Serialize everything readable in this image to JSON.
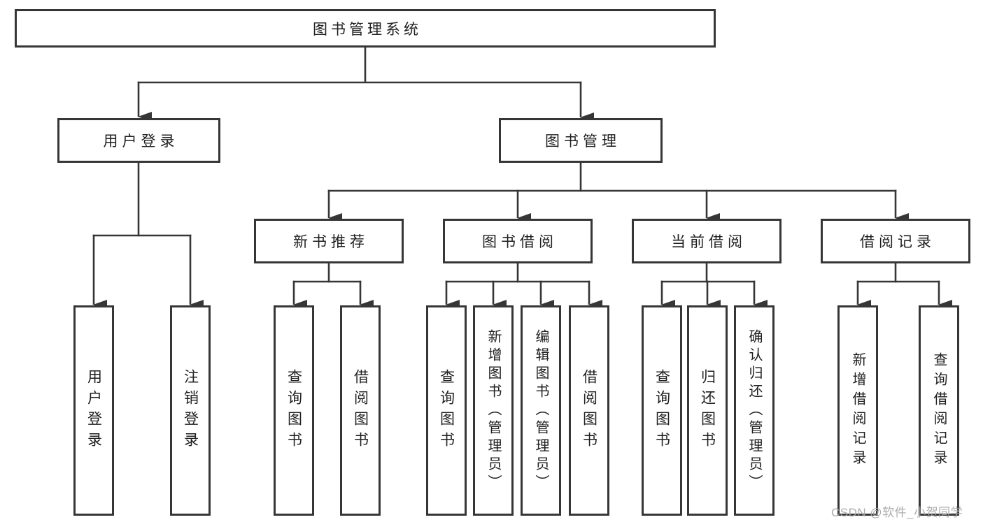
{
  "diagram": {
    "title_node": "图书管理系统",
    "level2": {
      "user_login": "用户登录",
      "book_management": "图书管理"
    },
    "level3": {
      "new_book_recommend": "新书推荐",
      "book_borrow": "图书借阅",
      "current_borrow": "当前借阅",
      "borrow_records": "借阅记录"
    },
    "leaves": {
      "user_login_leaf": "用户登录",
      "logout_leaf": "注销登录",
      "nb_query_books": "查询图书",
      "nb_borrow_books": "借阅图书",
      "bw_query_books": "查询图书",
      "bw_add_books": "新增图书（管理员）",
      "bw_edit_books": "编辑图书（管理员）",
      "bw_borrow_books": "借阅图书",
      "cb_query_books": "查询图书",
      "cb_return_books": "归还图书",
      "cb_confirm_return": "确认归还（管理员）",
      "br_add_record": "新增借阅记录",
      "br_query_record": "查询借阅记录"
    }
  },
  "watermark": {
    "text": "CSDN @软件_小贺同学"
  },
  "colors": {
    "line": "#363636",
    "text": "#202020",
    "watermark": "#a8a8a8",
    "background": "#ffffff"
  }
}
